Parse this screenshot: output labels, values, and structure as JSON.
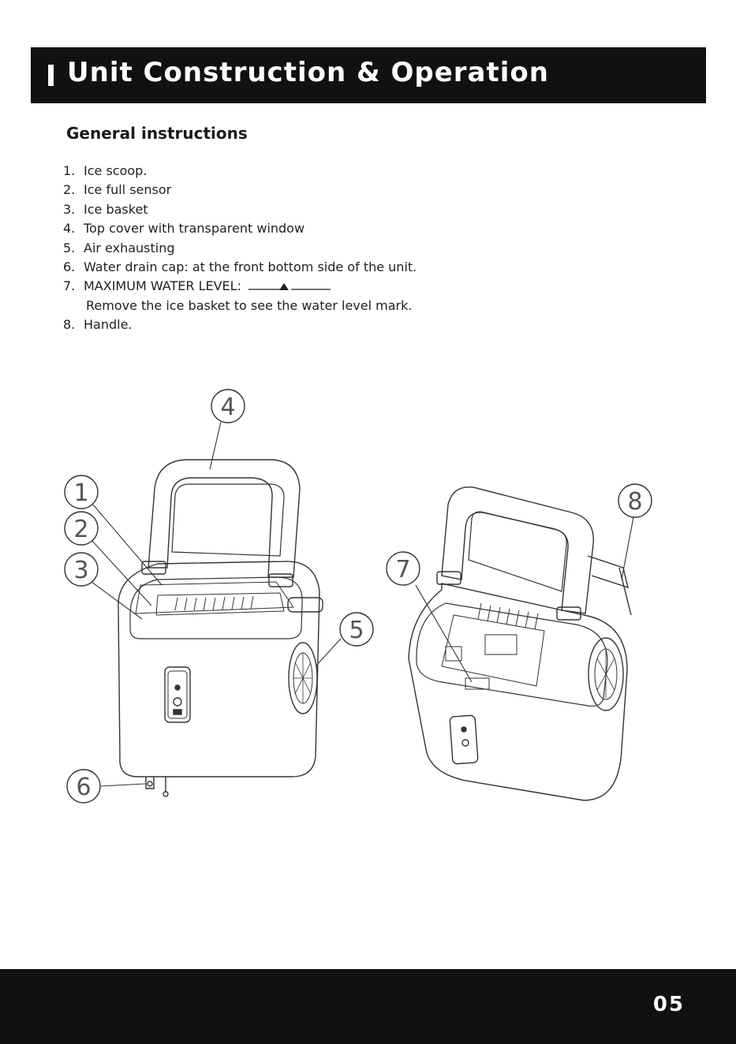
{
  "header": {
    "title": "Unit Construction & Operation"
  },
  "section": {
    "title": "General instructions"
  },
  "items": [
    {
      "num": "1.",
      "text": "Ice scoop."
    },
    {
      "num": "2.",
      "text": "Ice full sensor"
    },
    {
      "num": "3.",
      "text": "Ice basket"
    },
    {
      "num": "4.",
      "text": "Top cover with transparent window"
    },
    {
      "num": "5.",
      "text": "Air exhausting"
    },
    {
      "num": "6.",
      "text": "Water drain cap: at the front bottom side of the unit."
    },
    {
      "num": "7.",
      "text": "MAXIMUM WATER LEVEL:",
      "sub": "Remove the ice basket to see the water level mark."
    },
    {
      "num": "8.",
      "text": "Handle."
    }
  ],
  "callouts": {
    "c1": "1",
    "c2": "2",
    "c3": "3",
    "c4": "4",
    "c5": "5",
    "c6": "6",
    "c7": "7",
    "c8": "8"
  },
  "footer": {
    "page_number": "05"
  },
  "colors": {
    "bar": "#111111",
    "line": "#333333"
  }
}
